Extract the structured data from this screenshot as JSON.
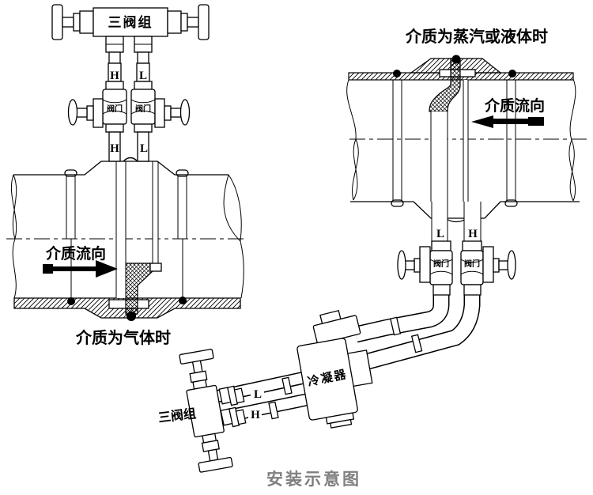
{
  "page_caption": "安装示意图",
  "colors": {
    "line": "#000000",
    "caption_gray": "#7f7f7f",
    "background": "#ffffff"
  },
  "gas_assembly": {
    "caption": "介质为气体时",
    "flow_label": "介质流向",
    "manifold_label": "三阀组",
    "valve_label": "阀门",
    "tap_high_upper": "H",
    "tap_low_upper": "L",
    "tap_high_lower": "H",
    "tap_low_lower": "L"
  },
  "steam_assembly": {
    "caption": "介质为蒸汽或液体时",
    "flow_label": "介质流向",
    "valve_label": "阀门",
    "tap_low": "L",
    "tap_high": "H"
  },
  "condensate_assembly": {
    "manifold_label": "三阀组",
    "condenser_label": "冷凝器",
    "line_low": "L",
    "line_high": "H"
  }
}
